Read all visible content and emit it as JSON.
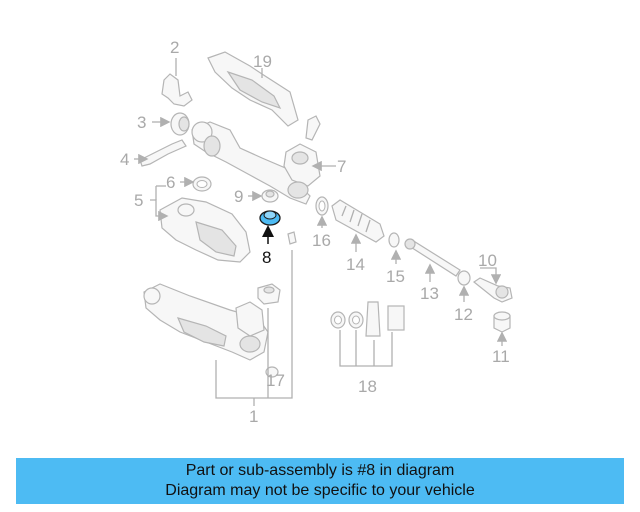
{
  "diagram": {
    "highlight_color": "#4dbbf3",
    "callouts": {
      "c1": "1",
      "c2": "2",
      "c3": "3",
      "c4": "4",
      "c5": "5",
      "c6": "6",
      "c7": "7",
      "c8": "8",
      "c9": "9",
      "c10": "10",
      "c11": "11",
      "c12": "12",
      "c13": "13",
      "c14": "14",
      "c15": "15",
      "c16": "16",
      "c17": "17",
      "c18": "18",
      "c19": "19"
    }
  },
  "banner": {
    "line1": "Part or sub-assembly is #8 in diagram",
    "line2": "Diagram may not be specific to your vehicle",
    "color": "#4dbbf3"
  }
}
